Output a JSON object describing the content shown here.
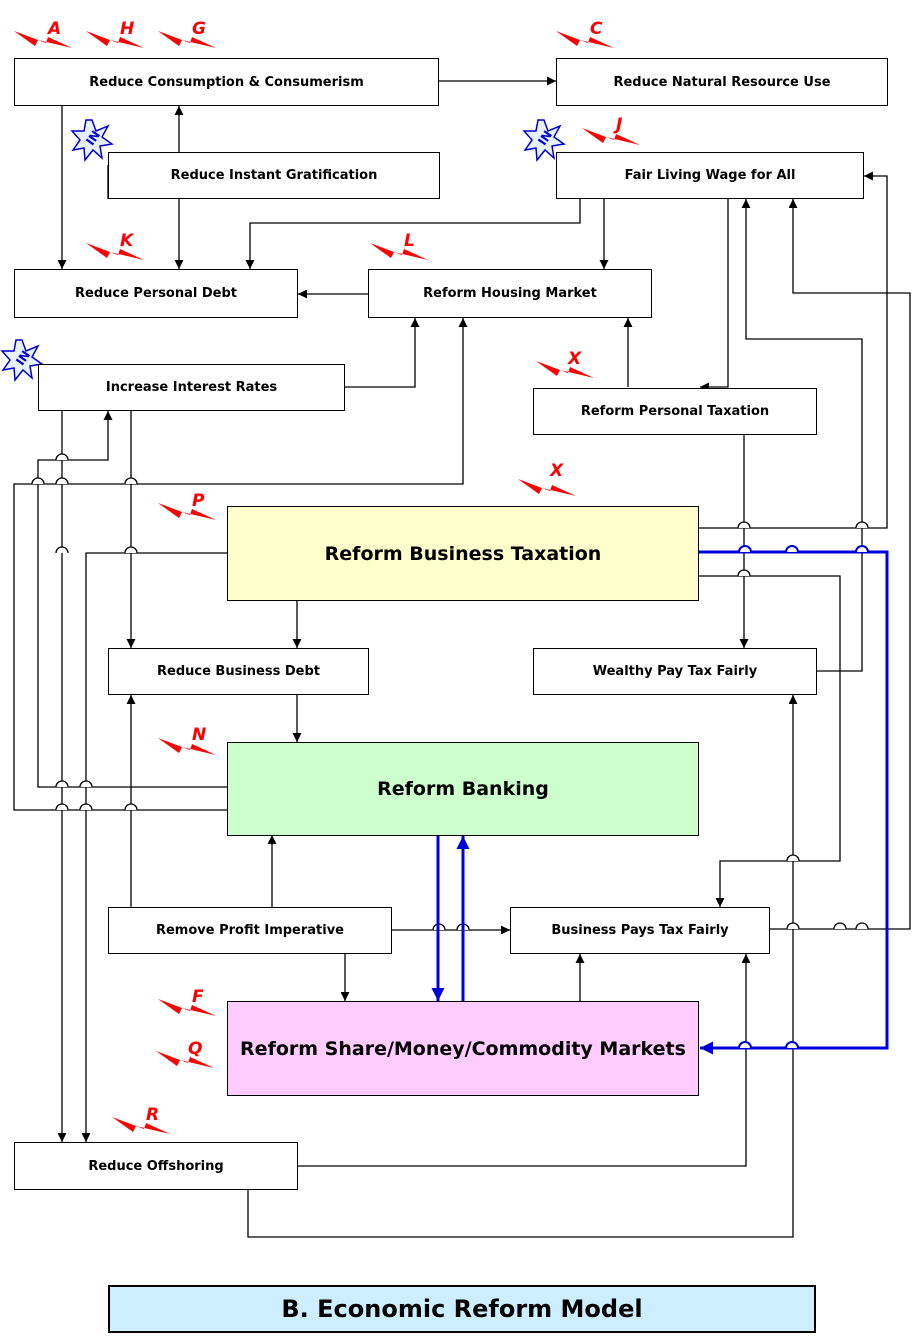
{
  "caption": "B. Economic Reform Model",
  "boxes": {
    "consumption": "Reduce Consumption & Consumerism",
    "natural": "Reduce Natural Resource Use",
    "instant": "Reduce Instant Gratification",
    "wage": "Fair Living Wage for All",
    "personal_debt": "Reduce Personal Debt",
    "housing": "Reform Housing Market",
    "interest": "Increase Interest Rates",
    "personal_tax": "Reform Personal Taxation",
    "business_tax": "Reform Business Taxation",
    "business_debt": "Reduce Business Debt",
    "wealthy": "Wealthy Pay Tax Fairly",
    "banking": "Reform Banking",
    "profit": "Remove Profit Imperative",
    "business_pays": "Business Pays Tax Fairly",
    "markets": "Reform Share/Money/Commodity Markets",
    "offshoring": "Reduce Offshoring"
  },
  "markers": {
    "A": "A",
    "H": "H",
    "G": "G",
    "C": "C",
    "J": "J",
    "K": "K",
    "L": "L",
    "X1": "X",
    "X2": "X",
    "P": "P",
    "N": "N",
    "F": "F",
    "Q": "Q",
    "R": "R",
    "IN": "IN"
  },
  "colors": {
    "business_tax_fill": "#ffffcc",
    "banking_fill": "#ccffcc",
    "markets_fill": "#ffccff",
    "caption_fill": "#cdeeff",
    "marker": "#ff0000",
    "in_star": "#0000cc",
    "highlight_arrow": "#0000dd"
  }
}
